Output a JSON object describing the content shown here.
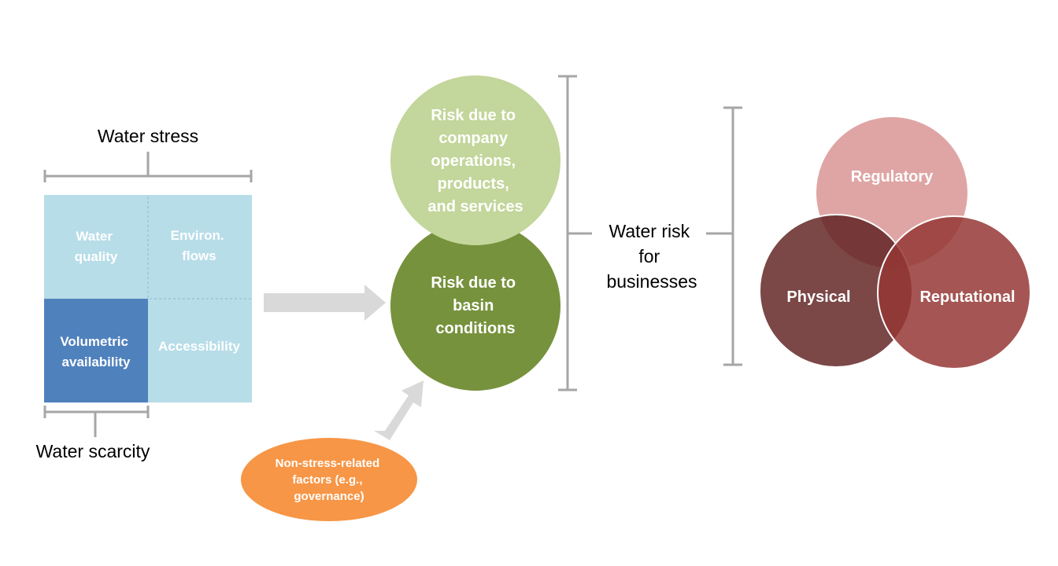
{
  "labels": {
    "water_stress": "Water stress",
    "water_scarcity": "Water scarcity",
    "water_risk": [
      "Water risk",
      "for",
      "businesses"
    ]
  },
  "matrix": {
    "water_quality": [
      "Water",
      "quality"
    ],
    "environ_flows": [
      "Environ.",
      "flows"
    ],
    "volumetric_availability": [
      "Volumetric",
      "availability"
    ],
    "accessibility": [
      "Accessibility"
    ]
  },
  "circles": {
    "company_operations": [
      "Risk due to",
      "company",
      "operations,",
      "products,",
      "and services"
    ],
    "basin_conditions": [
      "Risk due to",
      "basin",
      "conditions"
    ],
    "non_stress_factors": [
      "Non-stress-related",
      "factors (e.g.,",
      "governance)"
    ]
  },
  "venn": {
    "regulatory": "Regulatory",
    "physical": "Physical",
    "reputational": "Reputational"
  },
  "colors": {
    "matrix_light": "#b7dde8",
    "matrix_dark": "#4f81bd",
    "circle_light_green": "#c3d69b",
    "circle_dark_green": "#76923c",
    "oval_orange": "#f79646",
    "arrow_gray": "#d9d9d9",
    "bracket_gray": "#a6a6a6",
    "venn_regulatory": "#d99594",
    "venn_physical": "#6b2b2b",
    "venn_reputational": "#953735"
  }
}
